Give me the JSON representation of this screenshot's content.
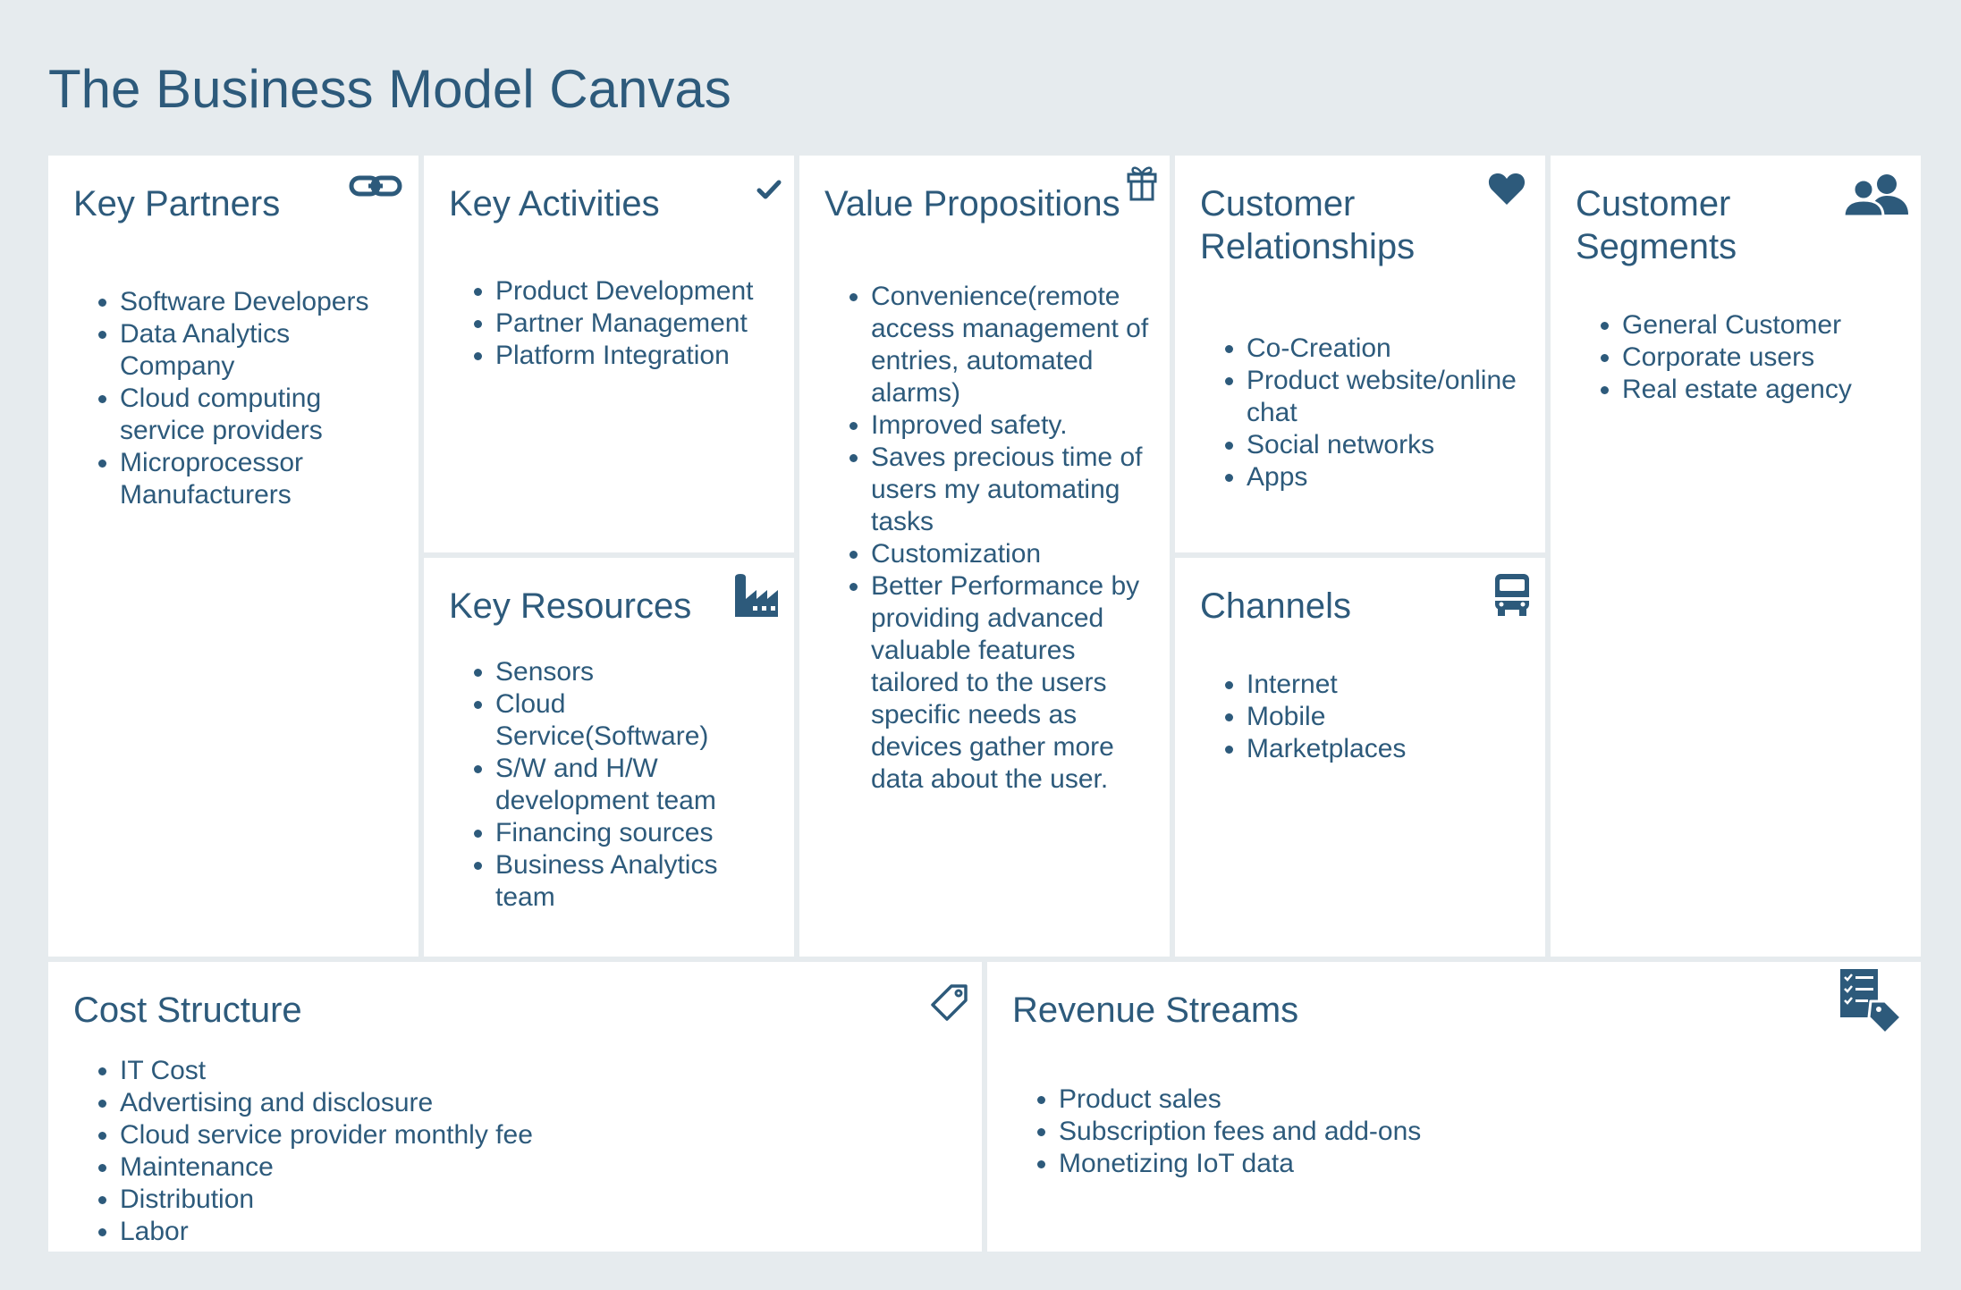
{
  "title": "The Business Model Canvas",
  "colors": {
    "text": "#2d5a7b",
    "background": "#e6ebee",
    "card": "#ffffff"
  },
  "key_partners": {
    "title": "Key Partners",
    "icon": "link-icon",
    "items": [
      "Software Developers",
      "Data Analytics Company",
      "Cloud computing service providers",
      "Microprocessor Manufacturers"
    ]
  },
  "key_activities": {
    "title": "Key Activities",
    "icon": "checkmark-icon",
    "items": [
      "Product Development",
      "Partner Management",
      "Platform Integration"
    ]
  },
  "key_resources": {
    "title": "Key Resources",
    "icon": "factory-icon",
    "items": [
      "Sensors",
      "Cloud Service(Software)",
      "S/W and H/W development team",
      "Financing sources",
      "Business Analytics team"
    ]
  },
  "value_propositions": {
    "title": "Value Propositions",
    "icon": "gift-icon",
    "items": [
      "Convenience(remote access management of entries, automated alarms)",
      "Improved safety.",
      "Saves precious time of users my automating tasks",
      "Customization",
      "Better Performance by providing advanced valuable features tailored to the users specific needs as devices gather more data about the user."
    ]
  },
  "customer_relationships": {
    "title_line1": "Customer",
    "title_line2": "Relationships",
    "icon": "heart-icon",
    "items": [
      "Co-Creation",
      "Product website/online chat",
      "Social networks",
      "Apps"
    ]
  },
  "channels": {
    "title": "Channels",
    "icon": "truck-icon",
    "items": [
      "Internet",
      "Mobile",
      "Marketplaces"
    ]
  },
  "customer_segments": {
    "title_line1": "Customer",
    "title_line2": "Segments",
    "icon": "users-icon",
    "items": [
      "General Customer",
      "Corporate users",
      "Real estate agency"
    ]
  },
  "cost_structure": {
    "title": "Cost Structure",
    "icon": "price-tag-icon",
    "items": [
      "IT Cost",
      "Advertising and disclosure",
      "Cloud service provider monthly fee",
      "Maintenance",
      "Distribution",
      "Labor"
    ]
  },
  "revenue_streams": {
    "title": "Revenue Streams",
    "icon": "checklist-tag-icon",
    "items": [
      "Product sales",
      "Subscription fees and add-ons",
      "Monetizing IoT data"
    ]
  }
}
